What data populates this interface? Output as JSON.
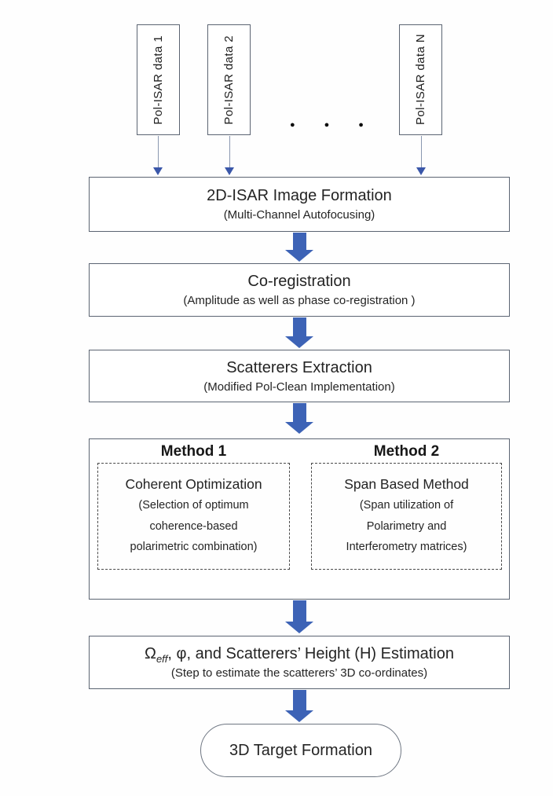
{
  "colors": {
    "flow_arrow": "#3d63b6",
    "thin_arrow_line": "#8a97b0",
    "thin_arrow_head": "#3a57a9",
    "box_border": "#5b6472",
    "dashed_border": "#4a4a4a",
    "text": "#262626",
    "background": "#fefefe"
  },
  "inputs": [
    {
      "label": "Pol-ISAR data 1"
    },
    {
      "label": "Pol-ISAR data 2"
    },
    {
      "label": "Pol-ISAR data N"
    }
  ],
  "ellipsis": "●●●",
  "steps": [
    {
      "title": "2D-ISAR Image Formation",
      "subtitle": "(Multi-Channel Autofocusing)"
    },
    {
      "title": "Co-registration",
      "subtitle": "(Amplitude as well as phase co-registration )"
    },
    {
      "title": "Scatterers Extraction",
      "subtitle": "(Modified Pol-Clean Implementation)"
    }
  ],
  "methods": {
    "method1": {
      "heading": "Method 1",
      "title": "Coherent Optimization",
      "lines": [
        "(Selection of optimum",
        "coherence-based",
        "polarimetric combination)"
      ]
    },
    "method2": {
      "heading": "Method 2",
      "title": "Span Based Method",
      "lines": [
        "(Span utilization of",
        "Polarimetry and",
        "Interferometry matrices)"
      ]
    }
  },
  "estimation": {
    "omega": "Ω",
    "omega_sub": "eff",
    "title_rest": ", φ, and Scatterers’ Height (H) Estimation",
    "subtitle": "(Step to estimate the scatterers’ 3D co-ordinates)"
  },
  "terminal": {
    "label": "3D Target Formation"
  }
}
